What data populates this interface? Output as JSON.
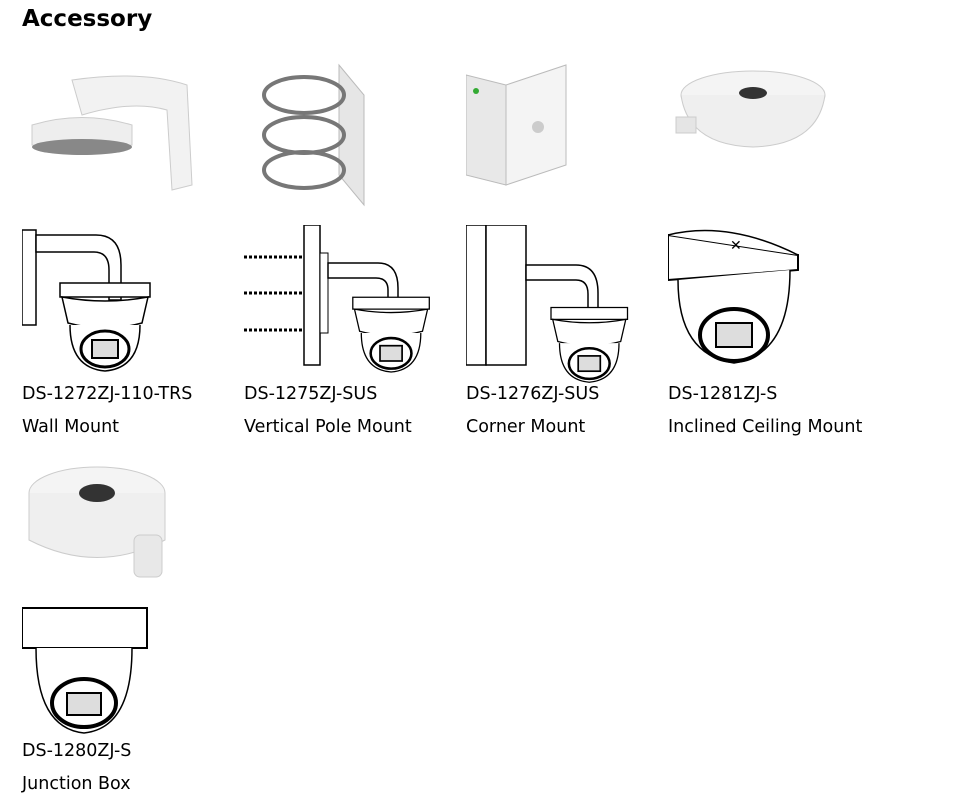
{
  "title": "Accessory",
  "items": [
    {
      "model": "DS-1272ZJ-110-TRS",
      "name": "Wall Mount"
    },
    {
      "model": "DS-1275ZJ-SUS",
      "name": "Vertical Pole Mount"
    },
    {
      "model": "DS-1276ZJ-SUS",
      "name": "Corner Mount"
    },
    {
      "model": "DS-1281ZJ-S",
      "name": "Inclined Ceiling Mount"
    },
    {
      "model": "DS-1280ZJ-S",
      "name": "Junction Box"
    }
  ]
}
